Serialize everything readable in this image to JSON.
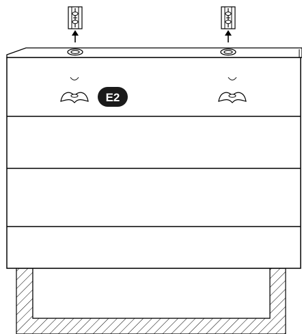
{
  "diagram": {
    "badge_label": "E2",
    "drawer_count": 4,
    "fasteners": [
      {
        "icon": "bracket-fastener-icon",
        "direction": "up"
      },
      {
        "icon": "bracket-fastener-icon",
        "direction": "up"
      }
    ],
    "colors": {
      "line": "#000000",
      "badge": "#1a1a1a",
      "background": "#ffffff"
    }
  }
}
